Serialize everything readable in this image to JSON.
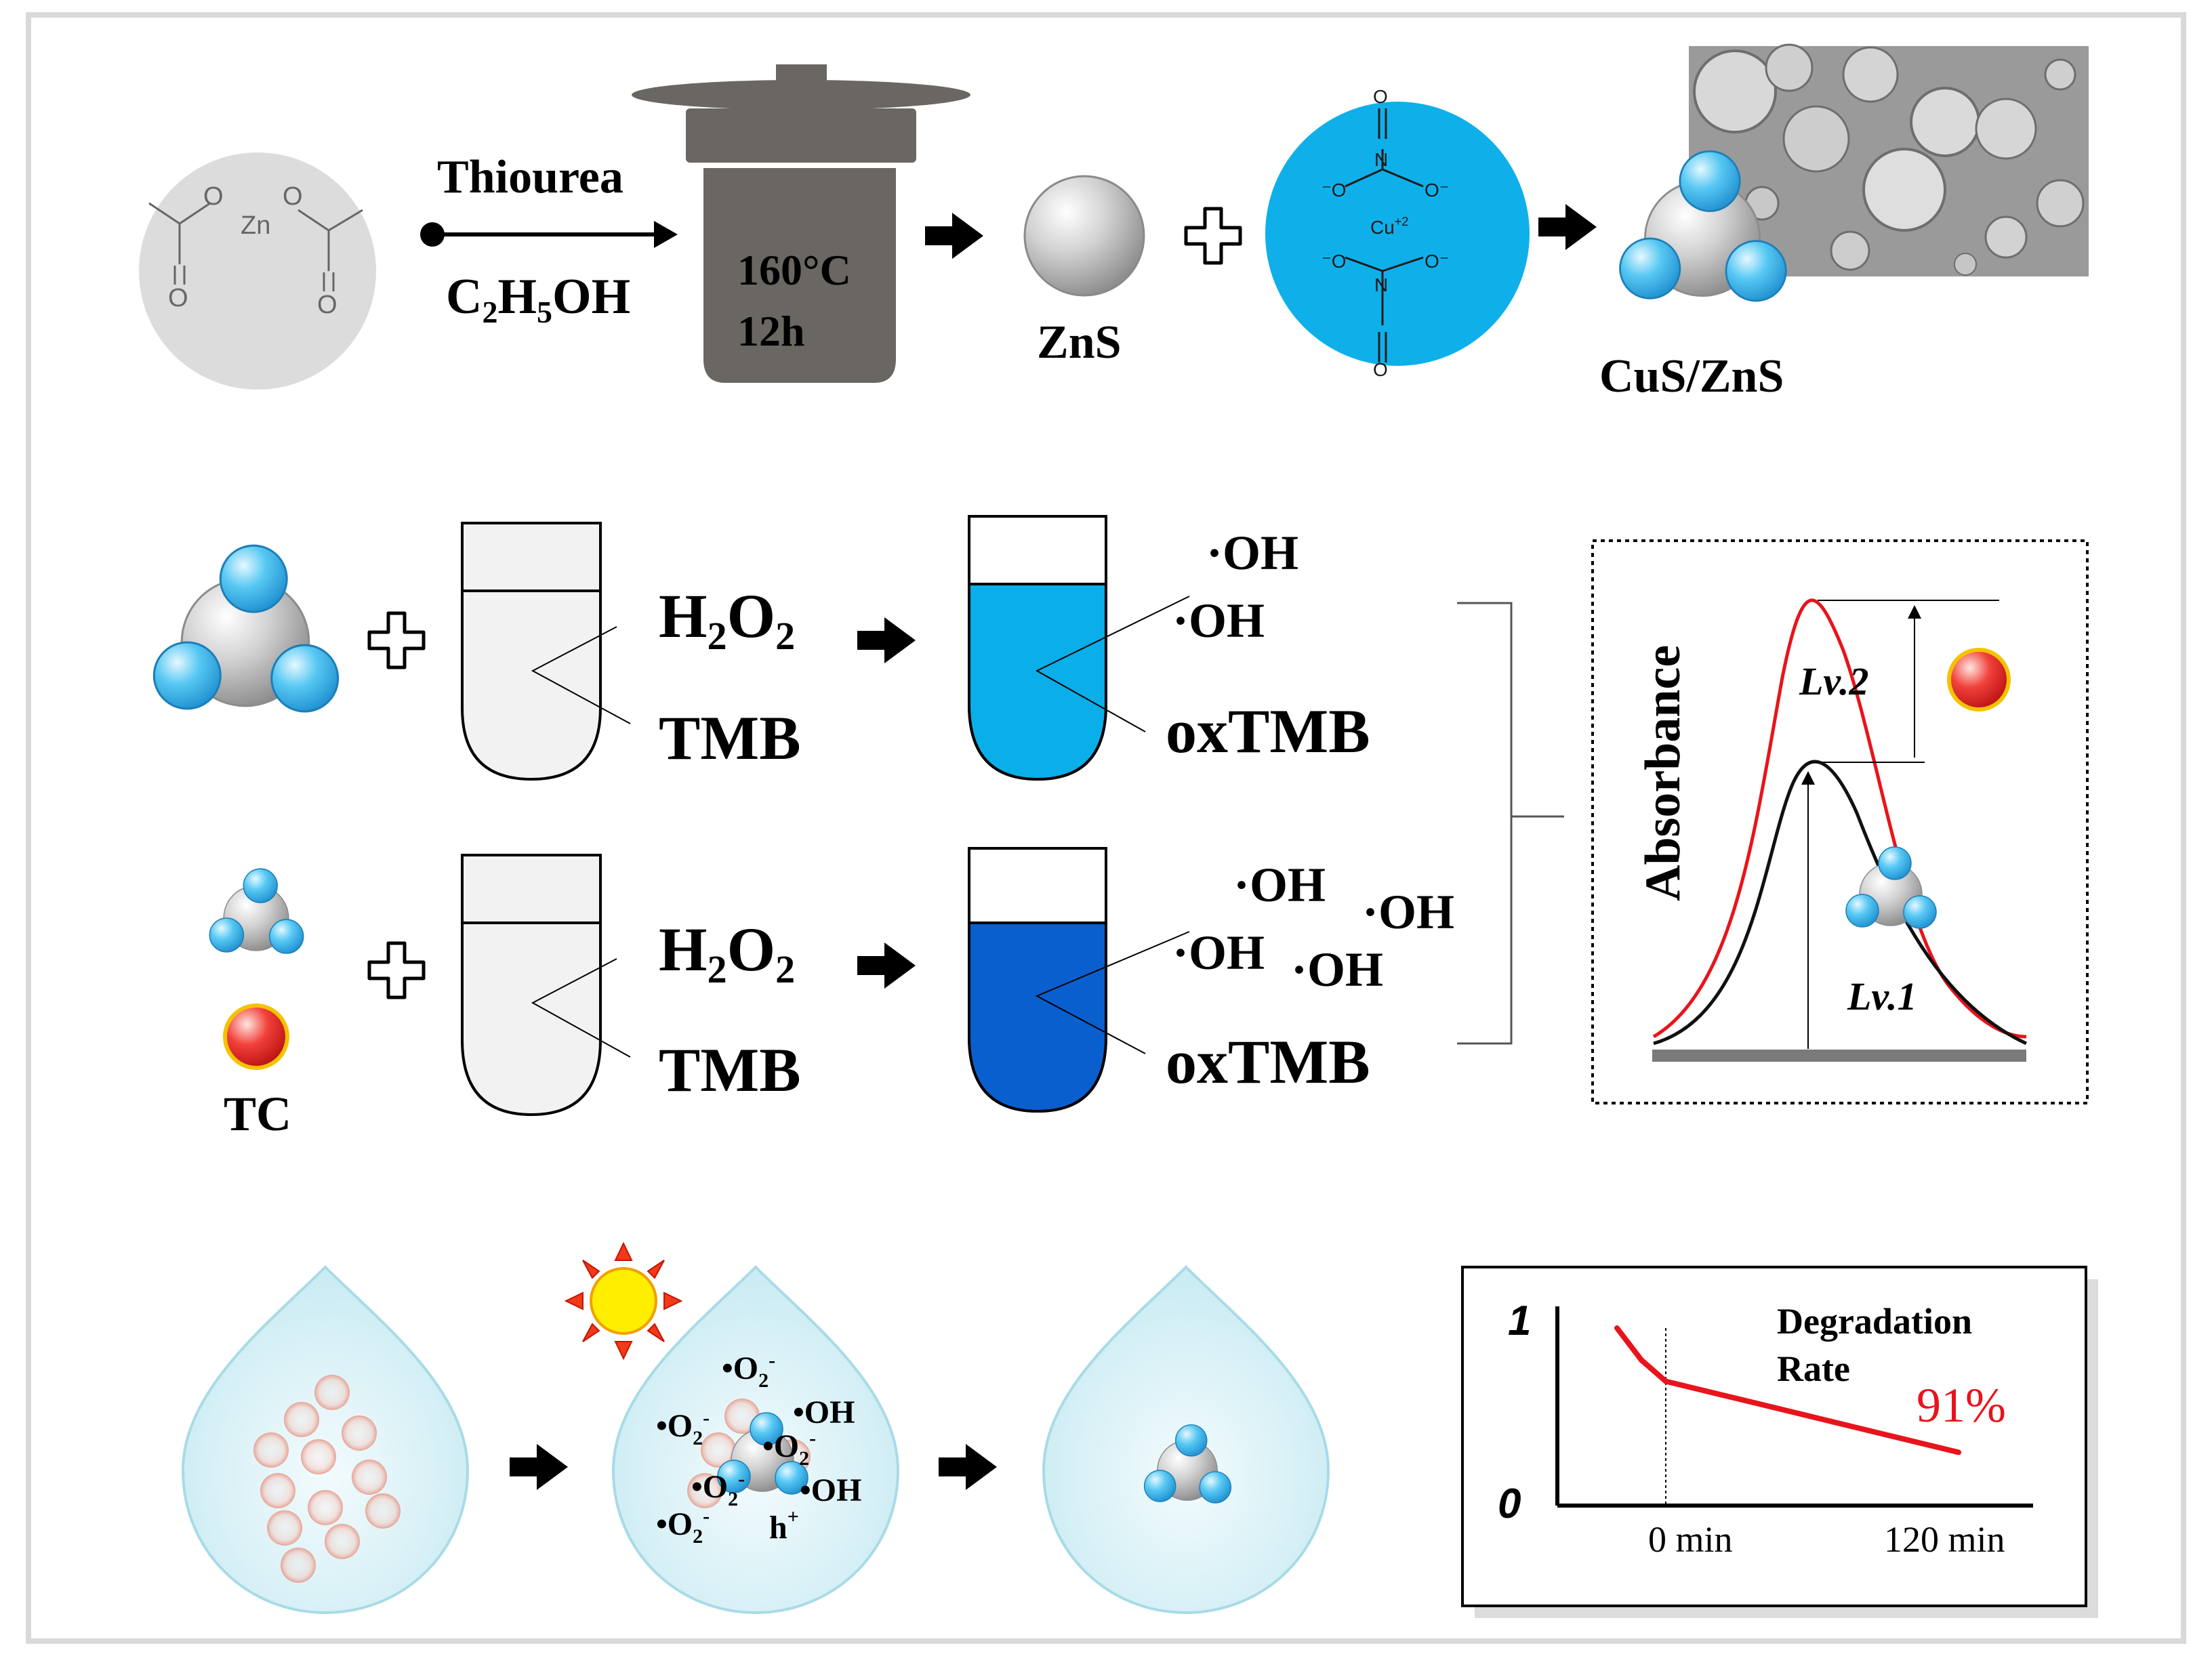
{
  "colors": {
    "frame": "#d9d9d9",
    "autoclave": "#6a6662",
    "sphere_gray": "#b8b8b8",
    "sphere_blue": "#4ec3f0",
    "cu_salt_blue": "#0fb0ea",
    "solution_light_blue": "#0aaee8",
    "solution_dark_blue": "#0a5fcf",
    "tc_red": "#e8302c",
    "curve_red": "#e8141c",
    "curve_black": "#111111",
    "sun_yellow": "#ffee00",
    "drop_fill": "#dff3f7"
  },
  "synthesis": {
    "precursor_label": "Zn",
    "step_reagent_top": "Thiourea",
    "step_solvent": {
      "main": "C",
      "s1": "2",
      "mid": "H",
      "s2": "5",
      "tail": "OH"
    },
    "autoclave_temp": "160°C",
    "autoclave_time": "12h",
    "zns_label": "ZnS",
    "cu_center": "Cu",
    "cu_charge": "+2",
    "product_label": "CuS/ZnS"
  },
  "detection": {
    "reagent_1": {
      "main": "H",
      "s1": "2",
      "mid": "O",
      "s2": "2"
    },
    "reagent_2": "TMB",
    "product": "oxTMB",
    "radical": "OH",
    "analyte_label": "TC",
    "absorbance_axis": "Absorbance",
    "level_1": "Lv.1",
    "level_2": "Lv.2"
  },
  "degradation": {
    "radicals": [
      "•O",
      "•OH",
      "h"
    ],
    "chart_title": "Degradation",
    "chart_title2": "Rate",
    "percent": "91%",
    "y_top": "1",
    "y_bottom": "0",
    "x_start": "0 min",
    "x_end": "120 min"
  },
  "chart_data": {
    "type": "line",
    "title": "Degradation Rate",
    "x_ticks": [
      "0 min",
      "120 min"
    ],
    "y_ticks": [
      "0",
      "1"
    ],
    "annotation": "91%",
    "series": [
      {
        "x": [
          -20,
          -10,
          0,
          30,
          60,
          90,
          120
        ],
        "y": [
          1.0,
          0.82,
          0.7,
          0.6,
          0.5,
          0.4,
          0.3
        ]
      }
    ]
  }
}
